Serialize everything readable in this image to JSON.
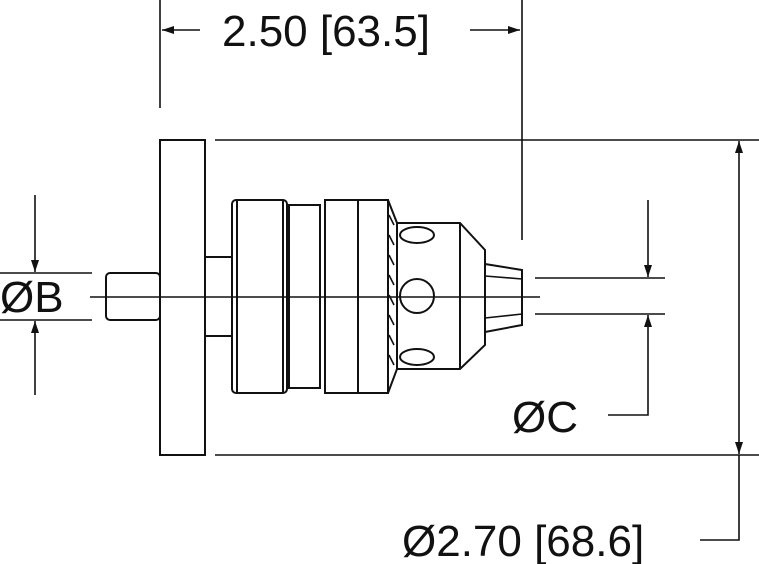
{
  "title": "Drill chuck adapter dimension drawing",
  "dimensions": {
    "length": "2.50 [63.5]",
    "diameter_b": "ØB",
    "diameter_c": "ØC",
    "overall_diameter": "Ø2.70 [68.6]"
  },
  "colors": {
    "line": "#111111",
    "background": "#ffffff"
  }
}
